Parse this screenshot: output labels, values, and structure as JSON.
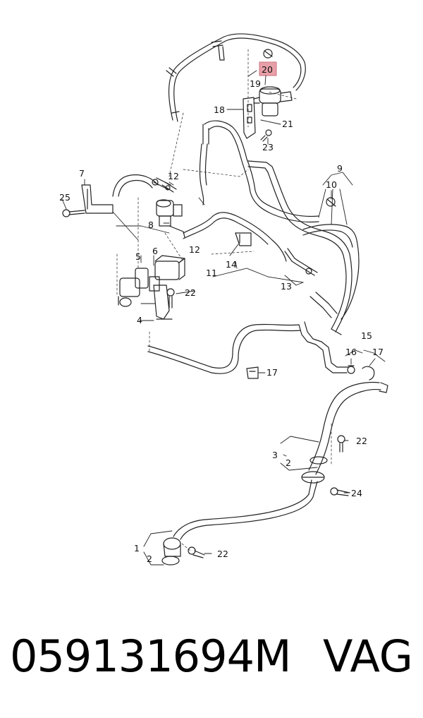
{
  "diagram": {
    "callouts": [
      {
        "id": "c1",
        "text": "1"
      },
      {
        "id": "c2a",
        "text": "2"
      },
      {
        "id": "c2b",
        "text": "2"
      },
      {
        "id": "c3",
        "text": "3"
      },
      {
        "id": "c4",
        "text": "4"
      },
      {
        "id": "c5",
        "text": "5"
      },
      {
        "id": "c6",
        "text": "6"
      },
      {
        "id": "c7",
        "text": "7"
      },
      {
        "id": "c8",
        "text": "8"
      },
      {
        "id": "c9",
        "text": "9"
      },
      {
        "id": "c10",
        "text": "10"
      },
      {
        "id": "c11",
        "text": "11"
      },
      {
        "id": "c12a",
        "text": "12"
      },
      {
        "id": "c12b",
        "text": "12"
      },
      {
        "id": "c13",
        "text": "13"
      },
      {
        "id": "c14",
        "text": "14"
      },
      {
        "id": "c15",
        "text": "15"
      },
      {
        "id": "c16",
        "text": "16"
      },
      {
        "id": "c17a",
        "text": "17"
      },
      {
        "id": "c17b",
        "text": "17"
      },
      {
        "id": "c18",
        "text": "18"
      },
      {
        "id": "c19",
        "text": "19"
      },
      {
        "id": "c20",
        "text": "20"
      },
      {
        "id": "c21",
        "text": "21"
      },
      {
        "id": "c22a",
        "text": "22"
      },
      {
        "id": "c22b",
        "text": "22"
      },
      {
        "id": "c22c",
        "text": "22"
      },
      {
        "id": "c23",
        "text": "23"
      },
      {
        "id": "c24",
        "text": "24"
      },
      {
        "id": "c25",
        "text": "25"
      }
    ],
    "highlight_color": "#e8a0a8",
    "line_color": "#222222"
  },
  "caption": {
    "part_number": "059131694M",
    "brand": "VAG"
  }
}
